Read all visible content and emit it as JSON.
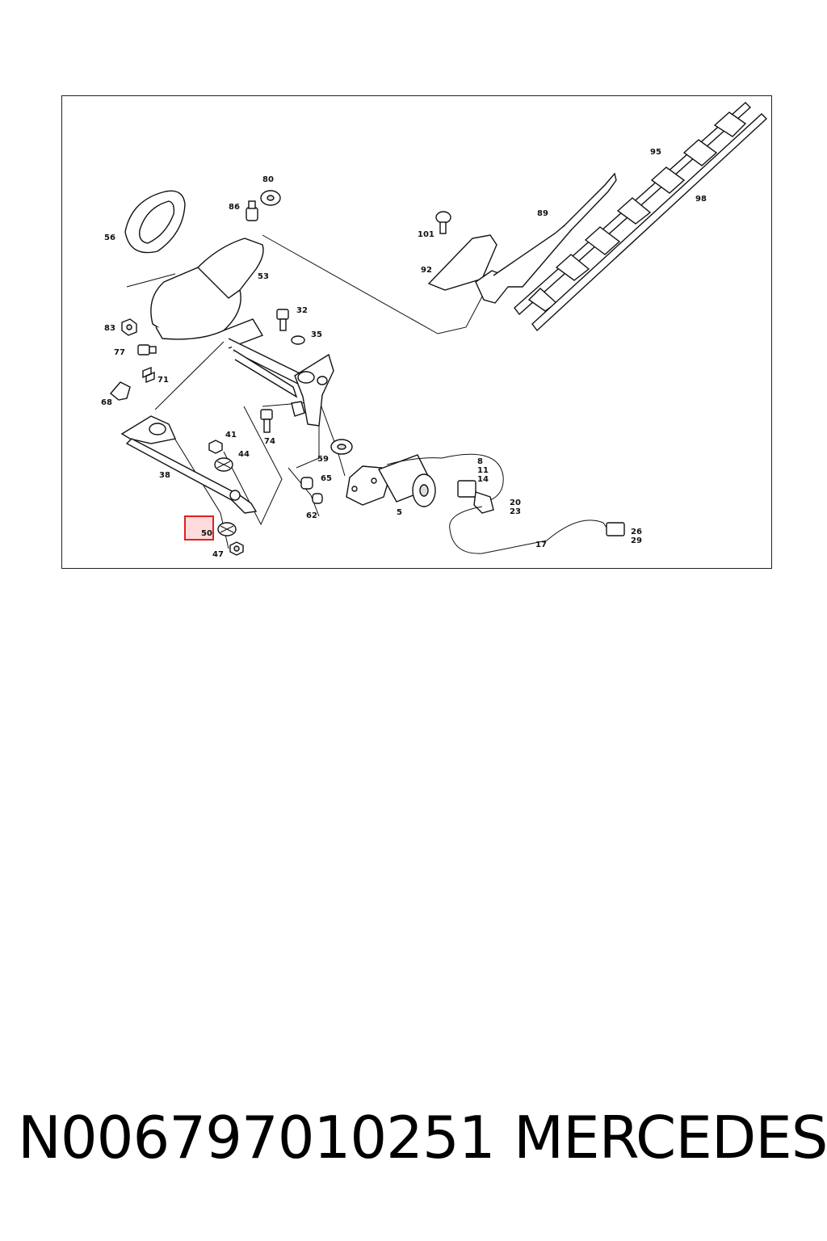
{
  "diagram": {
    "callouts": {
      "c80": "80",
      "c86": "86",
      "c56": "56",
      "c53": "53",
      "c83": "83",
      "c77": "77",
      "c71": "71",
      "c68": "68",
      "c32": "32",
      "c35": "35",
      "c74": "74",
      "c41": "41",
      "c44": "44",
      "c38": "38",
      "c59": "59",
      "c65": "65",
      "c62": "62",
      "c50": "50",
      "c47": "47",
      "c5": "5",
      "c8": "8",
      "c11": "11",
      "c14": "14",
      "c20": "20",
      "c23": "23",
      "c17": "17",
      "c26": "26",
      "c29": "29",
      "c101": "101",
      "c92": "92",
      "c89": "89",
      "c95": "95",
      "c98": "98"
    },
    "highlighted_part": "50",
    "highlight_color": "#e02020"
  },
  "footer": {
    "part_number": "N006797010251",
    "brand": "MERCEDES"
  }
}
